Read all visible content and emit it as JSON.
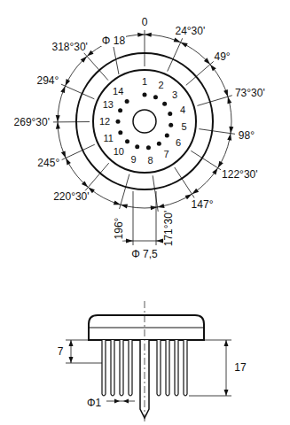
{
  "diagram": {
    "labels": [
      "1",
      "2",
      "3",
      "4",
      "5",
      "6",
      "7",
      "8",
      "9",
      "10",
      "11",
      "12",
      "13",
      "14",
      "0",
      "24°30'",
      "49°",
      "73°30'",
      "98°",
      "122°30'",
      "147°",
      "171°30'",
      "196°",
      "220°30'",
      "245°",
      "269°30'",
      "294°",
      "318°30'",
      "Φ 18",
      "Φ 7,5",
      "7",
      "17",
      "Φ1"
    ]
  }
}
